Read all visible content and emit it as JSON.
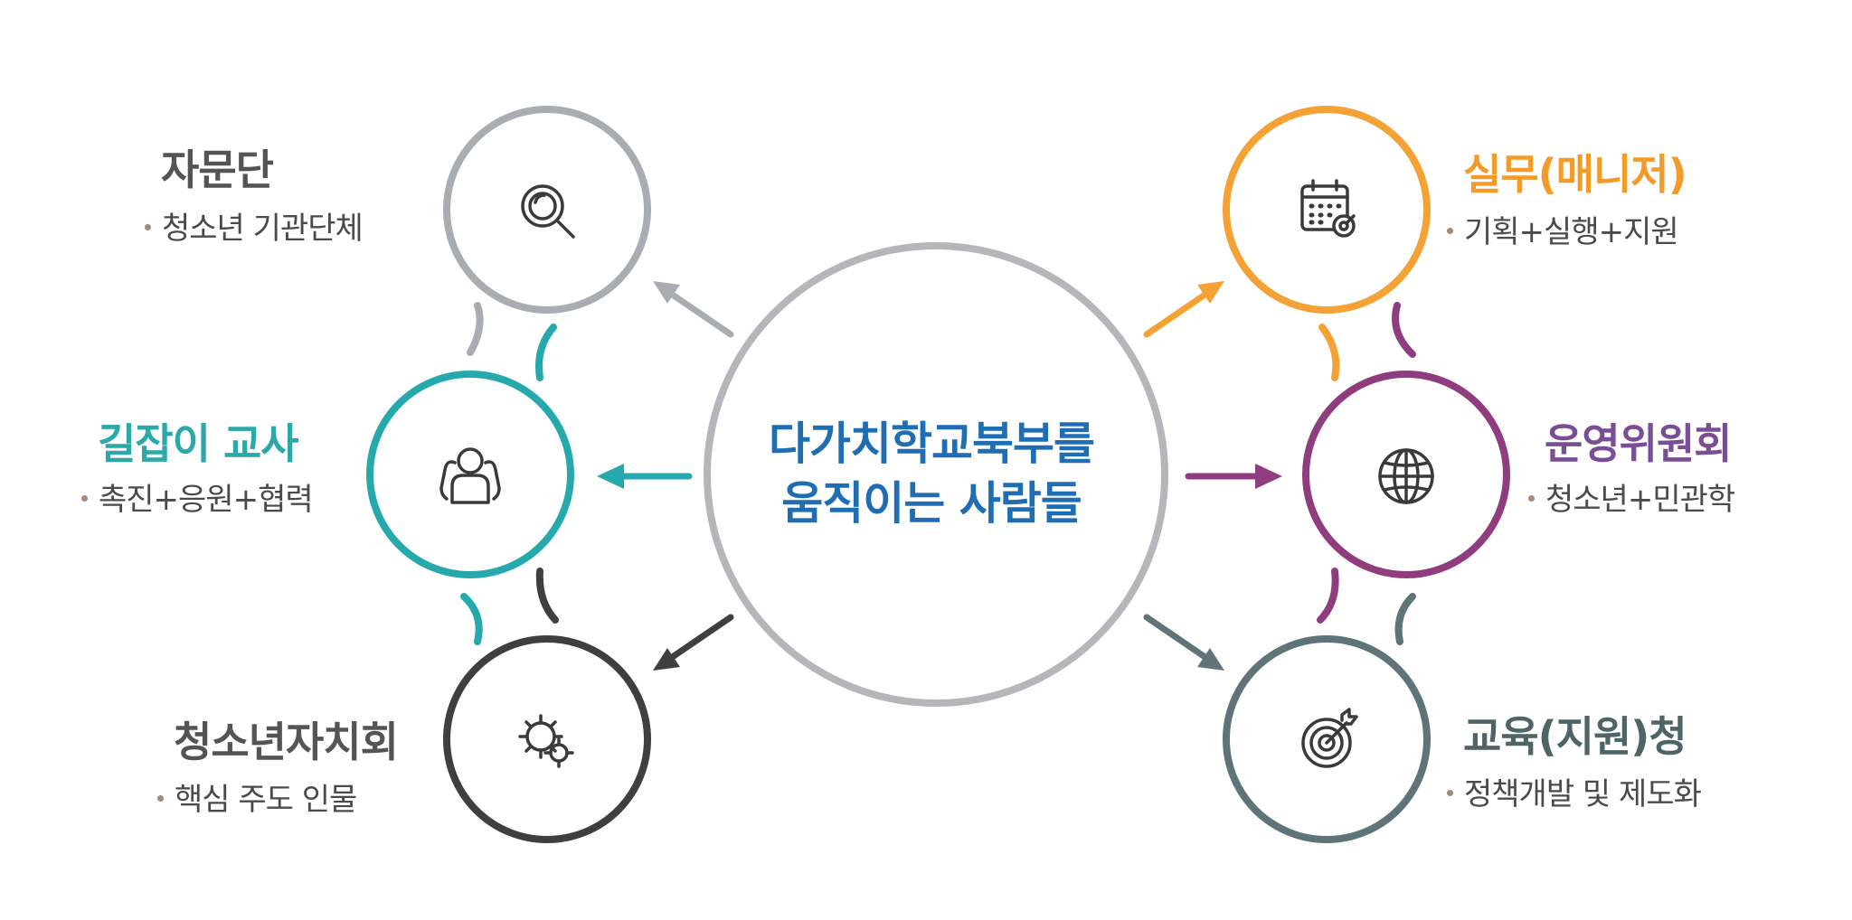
{
  "center": {
    "line1": "다가치학교북부를",
    "line2": "움직이는 사람들"
  },
  "nodes": {
    "advisory": {
      "title": "자문단",
      "subtitle": "청소년 기관단체",
      "color": "#a9adb1",
      "icon": "search-icon"
    },
    "guide": {
      "title": "길잡이 교사",
      "subtitle": "촉진+응원+협력",
      "color": "#26a9ad",
      "icon": "people-icon"
    },
    "youth": {
      "title": "청소년자치회",
      "subtitle": "핵심 주도 인물",
      "color": "#3f3f40",
      "icon": "gears-icon"
    },
    "manager": {
      "title": "실무(매니저)",
      "subtitle": "기획+실행+지원",
      "color": "#f4a235",
      "icon": "calendar-icon"
    },
    "committee": {
      "title": "운영위원회",
      "subtitle": "청소년+민관학",
      "color": "#8f3d7f",
      "icon": "globe-icon"
    },
    "education": {
      "title": "교육(지원)청",
      "subtitle": "정책개발 및 제도화",
      "color": "#5f7479",
      "icon": "target-icon"
    }
  },
  "center_color": "#b4b6ba",
  "center_text_color": "#1f6eb4"
}
